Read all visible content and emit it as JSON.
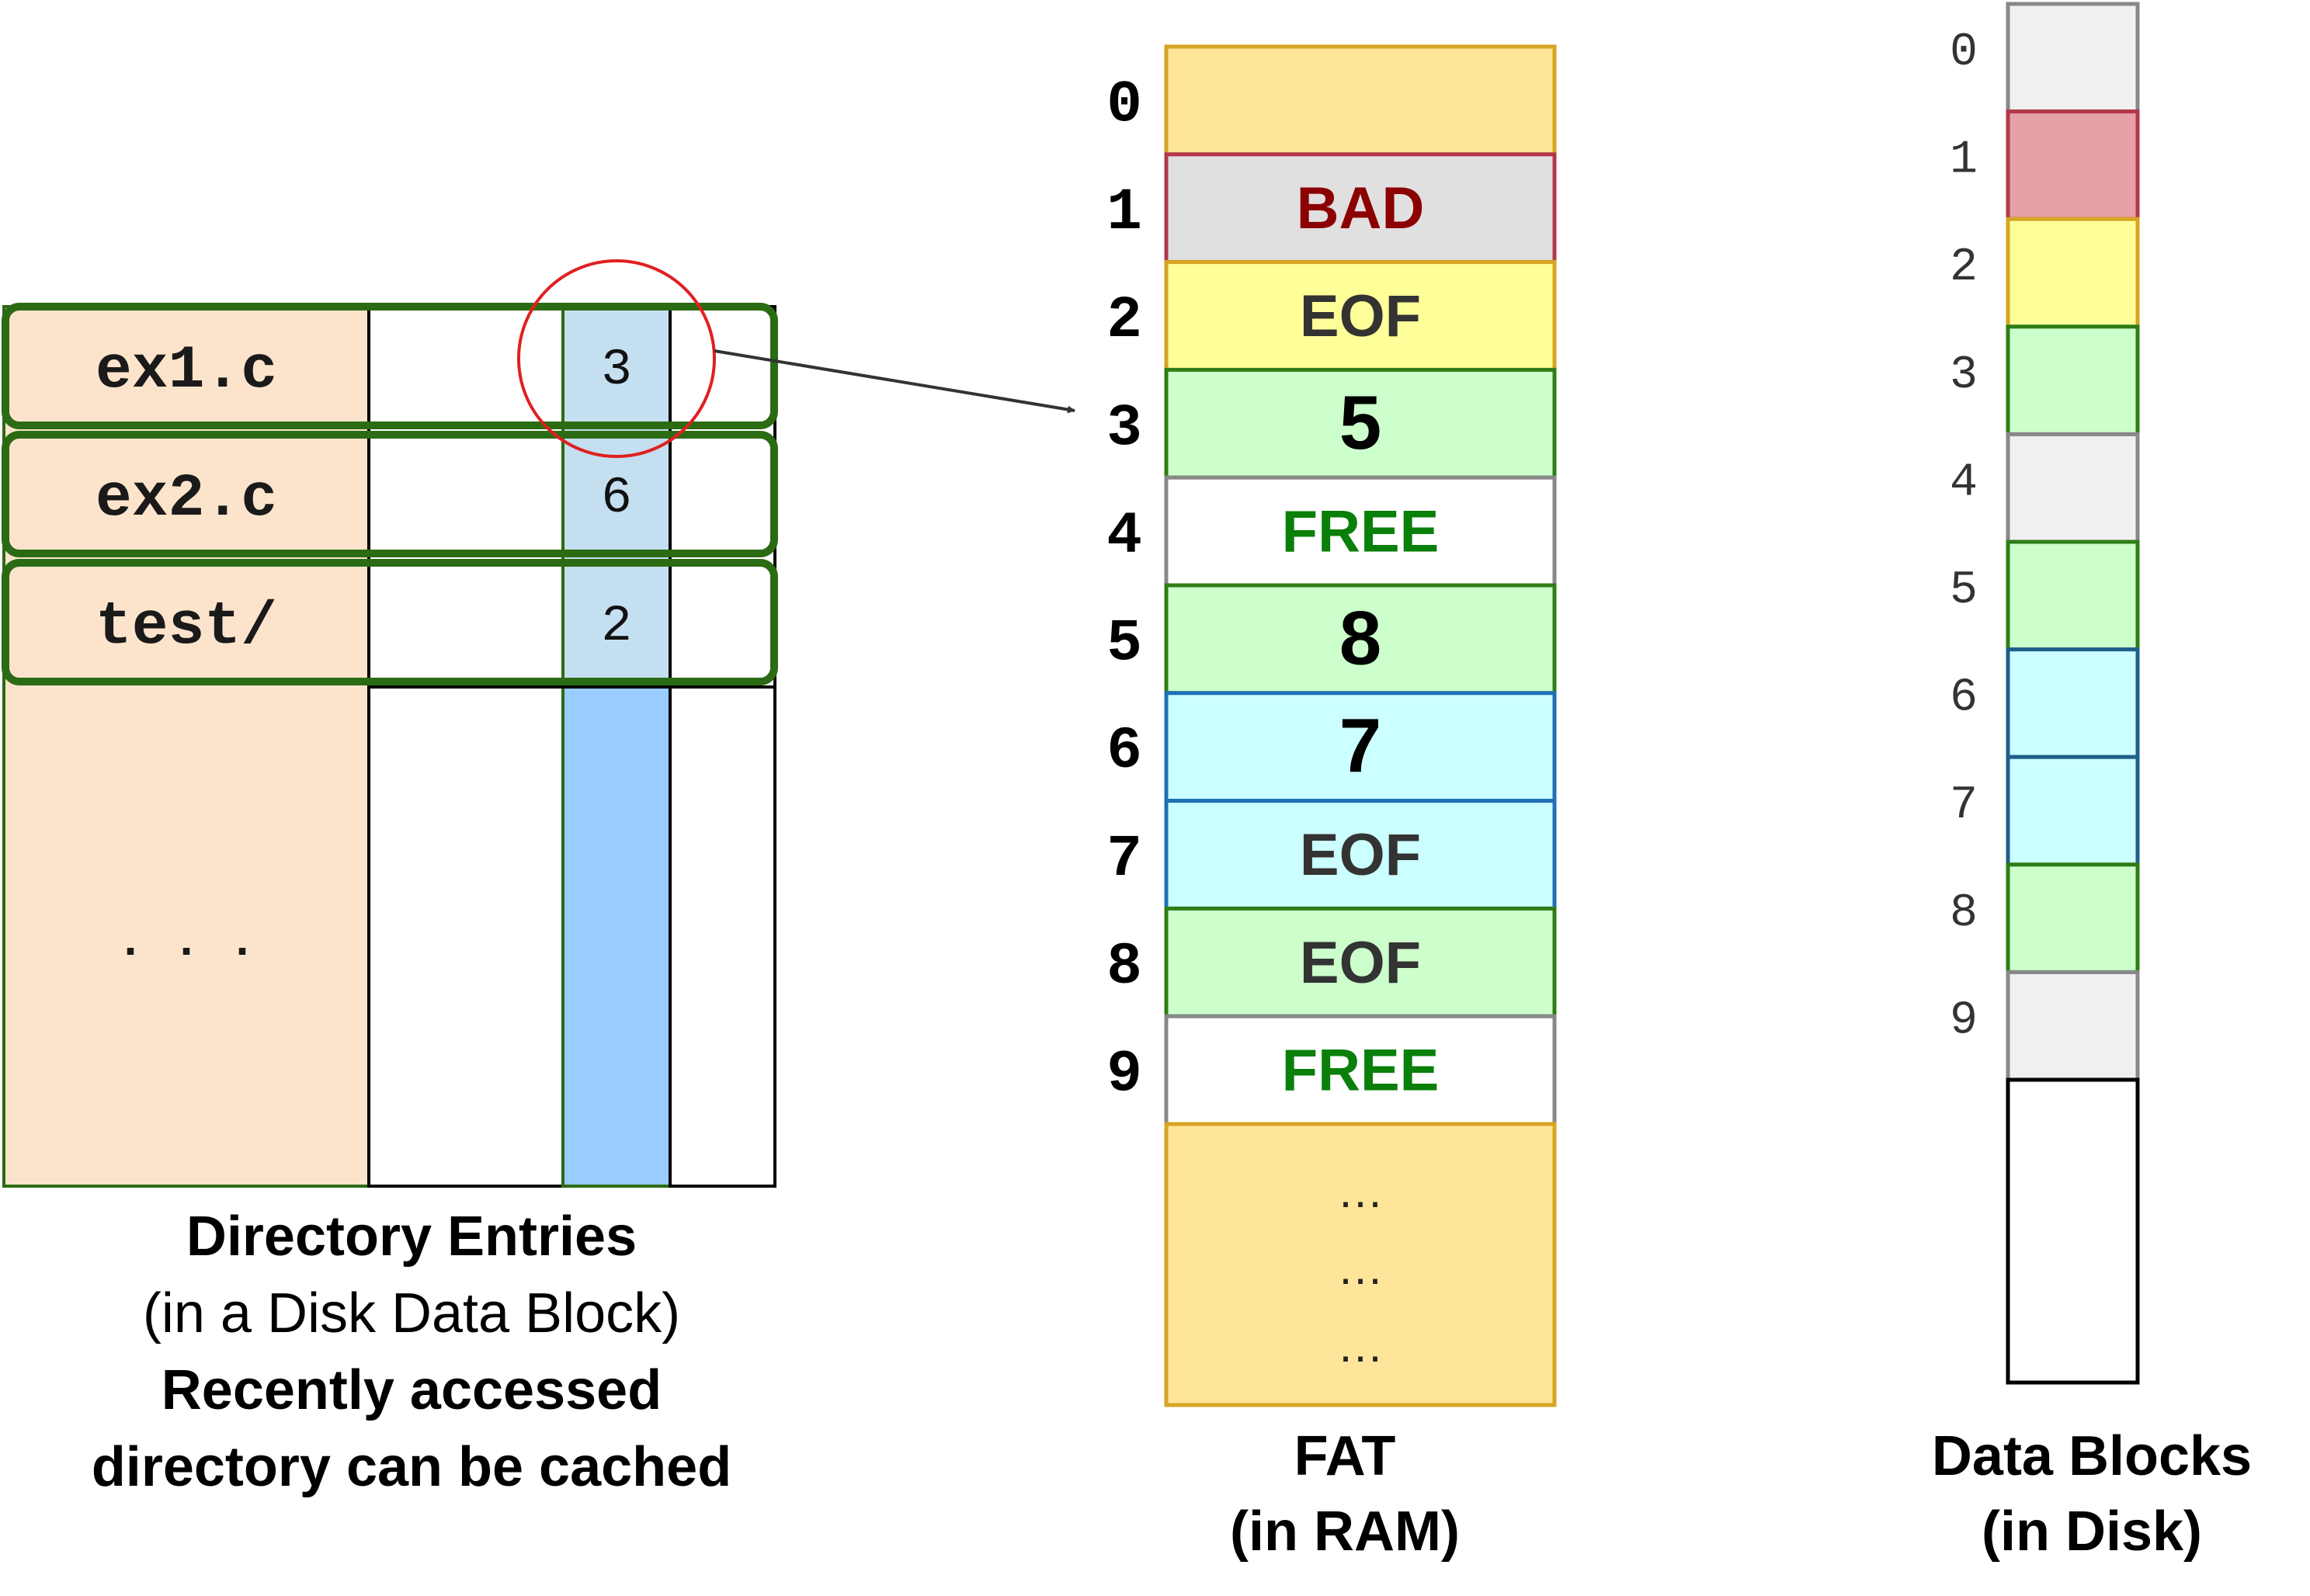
{
  "directory": {
    "entries": [
      {
        "name": "ex1.c",
        "block": "3"
      },
      {
        "name": "ex2.c",
        "block": "6"
      },
      {
        "name": "test/",
        "block": "2"
      }
    ],
    "more": ". . .",
    "caption": {
      "title": "Directory Entries",
      "subtitle": "(in a Disk Data Block)",
      "note_line1": "Recently accessed",
      "note_line2": "directory can be cached"
    }
  },
  "fat": {
    "rows": [
      {
        "index": "0",
        "value": "",
        "fill": "#ffe599",
        "stroke": "#d6a424"
      },
      {
        "index": "1",
        "value": "BAD",
        "fill": "#e0e0e0",
        "stroke": "#b3374a",
        "text_color": "#8b0000"
      },
      {
        "index": "2",
        "value": "EOF",
        "fill": "#ffff99",
        "stroke": "#d6a424",
        "text_color": "#333333"
      },
      {
        "index": "3",
        "value": "5",
        "fill": "#ccffcc",
        "stroke": "#2e7d16",
        "text_color": "#000000"
      },
      {
        "index": "4",
        "value": "FREE",
        "fill": "#ffffff",
        "stroke": "#888888",
        "text_color": "#0a7f0a"
      },
      {
        "index": "5",
        "value": "8",
        "fill": "#ccffcc",
        "stroke": "#2e7d16",
        "text_color": "#000000"
      },
      {
        "index": "6",
        "value": "7",
        "fill": "#ccffff",
        "stroke": "#1f6fb5",
        "text_color": "#000000"
      },
      {
        "index": "7",
        "value": "EOF",
        "fill": "#ccffff",
        "stroke": "#1f6fb5",
        "text_color": "#333333"
      },
      {
        "index": "8",
        "value": "EOF",
        "fill": "#ccffcc",
        "stroke": "#2e7d16",
        "text_color": "#333333"
      },
      {
        "index": "9",
        "value": "FREE",
        "fill": "#ffffff",
        "stroke": "#888888",
        "text_color": "#0a7f0a"
      }
    ],
    "ellipsis": "…",
    "caption_line1": "FAT",
    "caption_line2": "(in RAM)"
  },
  "data_blocks": {
    "rows": [
      {
        "index": "0",
        "fill": "#f0f0f0",
        "stroke": "#888888"
      },
      {
        "index": "1",
        "fill": "#e6a0a8",
        "stroke": "#b3374a"
      },
      {
        "index": "2",
        "fill": "#ffff99",
        "stroke": "#d6a424"
      },
      {
        "index": "3",
        "fill": "#ccffcc",
        "stroke": "#2e7d16"
      },
      {
        "index": "4",
        "fill": "#f0f0f0",
        "stroke": "#888888"
      },
      {
        "index": "5",
        "fill": "#ccffcc",
        "stroke": "#2e7d16"
      },
      {
        "index": "6",
        "fill": "#ccffff",
        "stroke": "#1f5f8b"
      },
      {
        "index": "7",
        "fill": "#ccffff",
        "stroke": "#1f5f8b"
      },
      {
        "index": "8",
        "fill": "#ccffcc",
        "stroke": "#2e7d16"
      },
      {
        "index": "9",
        "fill": "#f0f0f0",
        "stroke": "#888888"
      }
    ],
    "caption_line1": "Data Blocks",
    "caption_line2": "(in Disk)"
  },
  "colors": {
    "name_col": "#fce4cc",
    "block_col": "#c4dff0",
    "block_col_empty": "#99ccff",
    "entry_outline": "#2b6b14",
    "highlight_circle": "#e02020",
    "arrow": "#333333"
  }
}
